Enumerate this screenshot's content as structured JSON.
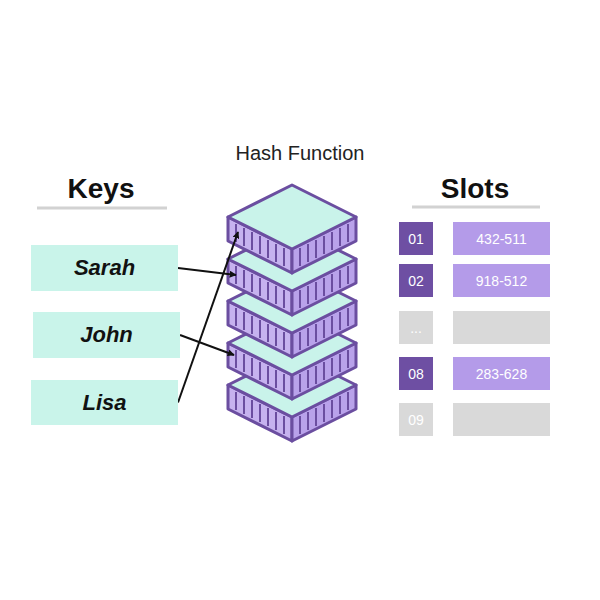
{
  "diagram": {
    "nodes": [
      {
        "text": [
          "Sarah"
        ]
      },
      {
        "text": [
          "John"
        ]
      },
      {
        "text": [
          "Lisa"
        ]
      },
      {
        "text": [
          "Hash Function"
        ]
      },
      {
        "text": [
          "01"
        ]
      },
      {
        "text": [
          "432-511"
        ]
      },
      {
        "text": [
          "02"
        ]
      },
      {
        "text": [
          "918-512"
        ]
      },
      {
        "text": [
          "..."
        ]
      },
      {
        "text": [
          "08"
        ]
      },
      {
        "text": [
          "283-628"
        ]
      },
      {
        "text": [
          "09"
        ]
      }
    ],
    "edges": [
      {
        "from": 0,
        "to": 3,
        "arrow": "to"
      },
      {
        "from": 1,
        "to": 3,
        "arrow": "to"
      },
      {
        "from": 2,
        "to": 3,
        "arrow": "to"
      }
    ],
    "labels": [
      "Keys",
      "Slots"
    ]
  }
}
